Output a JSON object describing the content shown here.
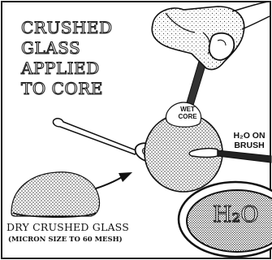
{
  "title_lines": [
    "CRUSHED",
    "GLASS",
    "APPLIED",
    "TO CORE"
  ],
  "wet_core_lines": [
    "WET",
    "CORE"
  ],
  "brush_lines": [
    "H₂O ON",
    "BRUSH"
  ],
  "dry_glass_label": "DRY CRUSHED GLASS",
  "mesh_label": "(MICRON SIZE TO 60 MESH)",
  "water_dish_label": "H₂O",
  "icons": [
    "hand",
    "spoon",
    "glass-pile",
    "wet-core",
    "brush",
    "water-dish",
    "arrow"
  ]
}
